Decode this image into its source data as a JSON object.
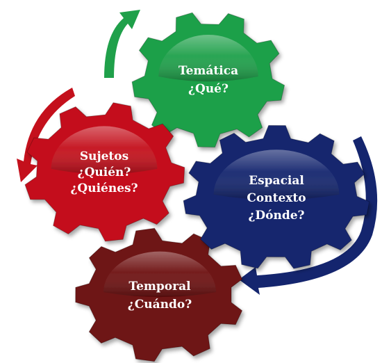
{
  "gears": [
    {
      "id": "tematica",
      "lines": [
        "Temática",
        "¿Qué?"
      ],
      "color": "#1fa04a"
    },
    {
      "id": "sujetos",
      "lines": [
        "Sujetos",
        "¿Quién?",
        "¿Quiénes?"
      ],
      "color": "#c4101c"
    },
    {
      "id": "espacial",
      "lines": [
        "Espacial",
        "Contexto",
        "¿Dónde?"
      ],
      "color": "#14256e"
    },
    {
      "id": "temporal",
      "lines": [
        "Temporal",
        "¿Cuándo?"
      ],
      "color": "#6e1212"
    }
  ],
  "arrows": [
    {
      "id": "green-arrow",
      "color": "#1fa04a"
    },
    {
      "id": "red-arrow",
      "color": "#c4101c"
    },
    {
      "id": "blue-arrow",
      "color": "#14256e"
    }
  ]
}
